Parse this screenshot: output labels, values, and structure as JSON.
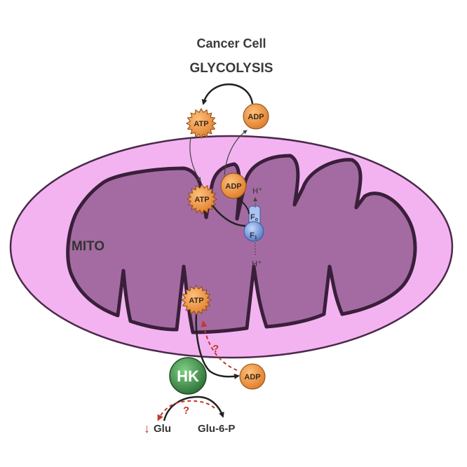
{
  "diagram": {
    "title_line1": "Cancer Cell",
    "title_line2": "GLYCOLYSIS",
    "organelle_label": "MITO",
    "molecules": {
      "atp_top": "ATP",
      "adp_top": "ADP",
      "atp_middle": "ATP",
      "adp_middle": "ADP",
      "atp_lower": "ATP",
      "adp_bottom": "ADP"
    },
    "synthase": {
      "fo_label": "F",
      "fo_sub": "o",
      "f1_label": "F",
      "f1_sub": "1",
      "proton_top": "H",
      "proton_bottom": "H",
      "proton_charge": "+"
    },
    "enzyme": "HK",
    "substrate": "Glu",
    "product": "Glu-6-P",
    "unknown_mark": "?",
    "decrease_arrow": "↓",
    "colors": {
      "cytosol_membrane": "#f3b3f0",
      "matrix": "#a46ba3",
      "membrane_outline": "#4a2a4a",
      "molecule": "#e8893a",
      "synthase": "#6f94d8",
      "hexokinase": "#3d8a46",
      "inhibitory_dashed": "#c0392b"
    }
  }
}
